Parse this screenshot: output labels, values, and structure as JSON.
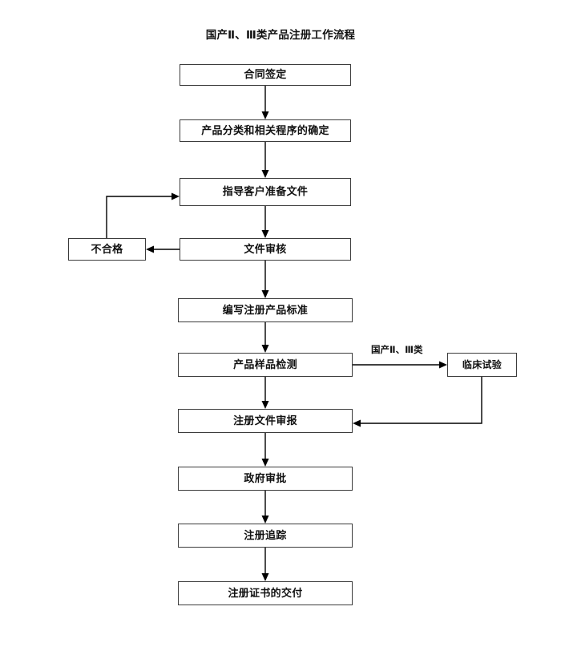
{
  "diagram": {
    "title": "国产Ⅱ、Ⅲ类产品注册工作流程",
    "nodes": [
      {
        "id": "contract",
        "label": "合同签定"
      },
      {
        "id": "classification",
        "label": "产品分类和相关程序的确定"
      },
      {
        "id": "guide-docs",
        "label": "指导客户准备文件"
      },
      {
        "id": "doc-review",
        "label": "文件审核"
      },
      {
        "id": "unqualified",
        "label": "不合格"
      },
      {
        "id": "write-standard",
        "label": "编写注册产品标准"
      },
      {
        "id": "sample-test",
        "label": "产品样品检测"
      },
      {
        "id": "clinical-trial",
        "label": "临床试验"
      },
      {
        "id": "submit-docs",
        "label": "注册文件审报"
      },
      {
        "id": "gov-approval",
        "label": "政府审批"
      },
      {
        "id": "track",
        "label": "注册追踪"
      },
      {
        "id": "deliver-cert",
        "label": "注册证书的交付"
      }
    ],
    "edge_labels": [
      {
        "id": "branch-domestic",
        "label": "国产Ⅱ、Ⅲ类"
      }
    ],
    "colors": {
      "box_border": "#3c3c3c",
      "line": "#000000",
      "text": "#111111",
      "background": "#ffffff"
    }
  }
}
